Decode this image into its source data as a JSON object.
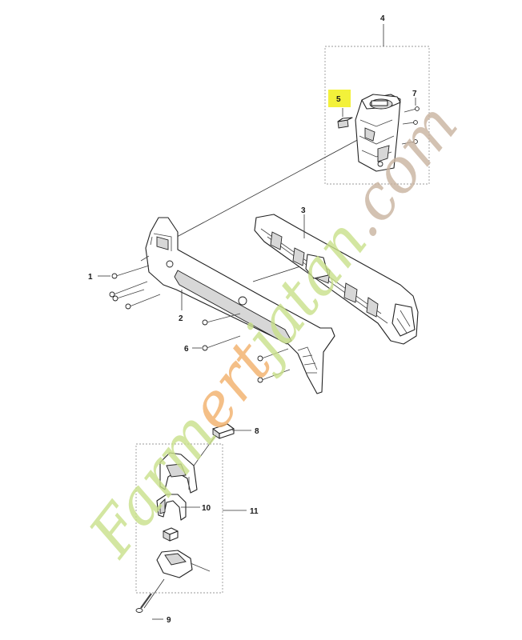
{
  "callouts": {
    "c1": "1",
    "c2": "2",
    "c3": "3",
    "c4": "4",
    "c5": "5",
    "c6": "6",
    "c7": "7",
    "c8": "8",
    "c9": "9",
    "c10": "10",
    "c11": "11"
  },
  "watermark": {
    "text": "Farmertjatan.com",
    "colors": {
      "green": "#c9e08a",
      "orange": "#f2b06a",
      "brown": "#c9b3a0"
    }
  },
  "highlight_color": "#f3f13a"
}
